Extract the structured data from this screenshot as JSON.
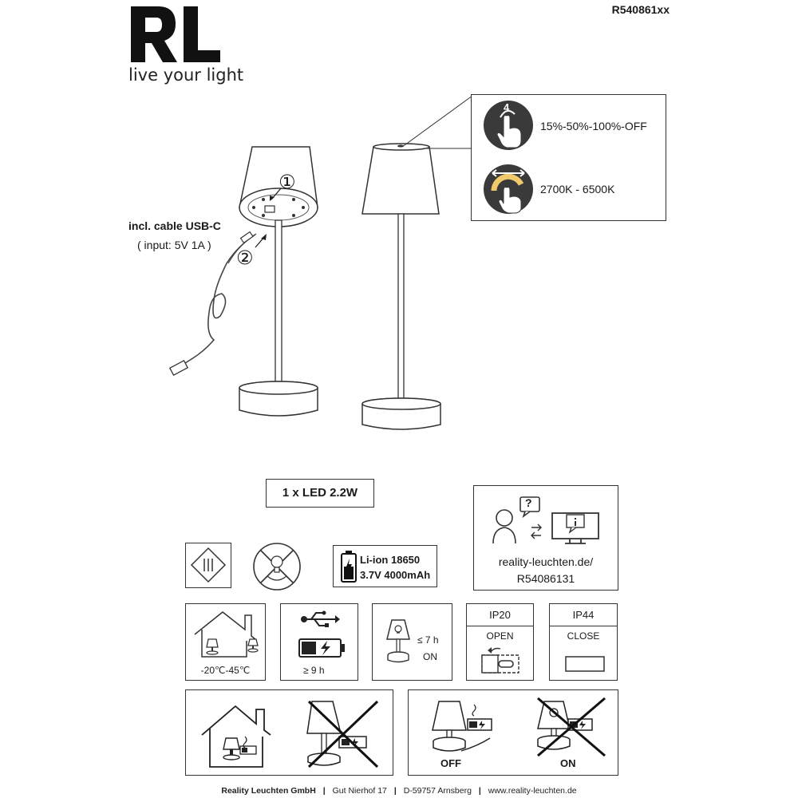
{
  "header": {
    "logo_text": "RL",
    "tagline": "live your light",
    "product_code": "R540861xx"
  },
  "cable": {
    "title": "incl. cable USB-C",
    "input": "( input: 5V 1A )",
    "step1": "①",
    "step2": "②"
  },
  "controls": {
    "touch_steps": "4",
    "dimming": "15%-50%-100%-OFF",
    "color_temp": "2700K - 6500K"
  },
  "led": {
    "label": "1 x LED 2.2W"
  },
  "battery": {
    "type": "Li-ion 18650",
    "spec": "3.7V 4000mAh"
  },
  "website": {
    "line1": "reality-leuchten.de/",
    "line2": "R54086131",
    "question_mark": "?"
  },
  "features": {
    "temperature": "-20℃-45℃",
    "charge_time": "≥ 9 h",
    "run_time": "≤ 7 h",
    "run_state": "ON",
    "ip_open": "IP20",
    "open_label": "OPEN",
    "ip_close": "IP44",
    "close_label": "CLOSE"
  },
  "usage": {
    "off_label": "OFF",
    "on_label": "ON"
  },
  "footer": {
    "company": "Reality Leuchten GmbH",
    "separator": "|",
    "address": "Gut Nierhof 17",
    "city": "D-59757 Arnsberg",
    "web": "www.reality-leuchten.de"
  },
  "colors": {
    "icon_dark": "#3a3a3a",
    "line": "#333333",
    "warm_light": "#f0c96a"
  }
}
